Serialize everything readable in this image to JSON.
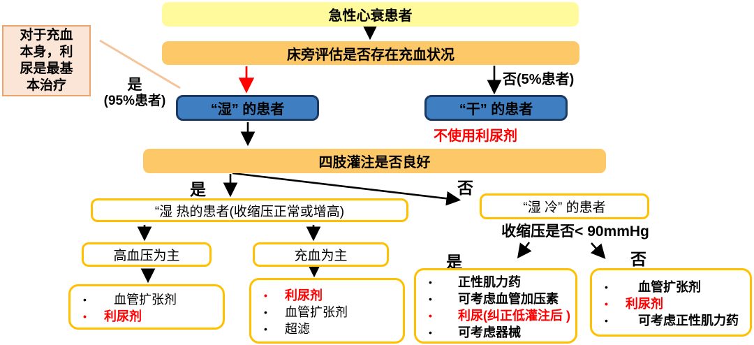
{
  "colors": {
    "yellow": "#FFFB9D",
    "orange": "#FDC868",
    "blue": "#3F7EC1",
    "blue_border": "#1B3A63",
    "gold": "#FFC000",
    "note_fill": "#FBE5D6",
    "note_border": "#EDA46B",
    "callout": "#F4C59B",
    "red": "#FF0000"
  },
  "glyphs": {
    "bullet": "•"
  },
  "title_box": "急性心衰患者",
  "assess_bar": "床旁评估是否存在充血状况",
  "note": {
    "lines": [
      "对于充血",
      "本身，利",
      "尿是最基",
      "本治疗"
    ]
  },
  "branch_yes": {
    "line1": "是",
    "line2": "(95%患者)"
  },
  "branch_no": "否(5%患者)",
  "wet_box": "“湿” 的患者",
  "dry_box": "“干” 的患者",
  "dry_note": "不使用利尿剂",
  "perfusion_bar": "四肢灌注是否良好",
  "perf_yes": "是",
  "perf_no": "否",
  "wet_warm_box": "“湿 热的患者(收缩压正常或增高)",
  "wet_cold_box": "“湿 冷” 的患者",
  "sbp_question": "收缩压是否< 90mmHg",
  "sbp_yes": "是",
  "sbp_no": "否",
  "htn_box": "高血压为主",
  "congestion_box": "充血为主",
  "lists": {
    "a": [
      "血管扩张剂",
      "利尿剂"
    ],
    "b": [
      "利尿剂",
      "血管扩张剂",
      "超滤"
    ],
    "c": [
      "正性肌力药",
      "可考虑血管加压素",
      "利尿(纠正低灌注后 )",
      "可考虑器械"
    ],
    "d": [
      "血管扩张剂",
      "利尿剂",
      "可考虑正性肌力药"
    ]
  }
}
